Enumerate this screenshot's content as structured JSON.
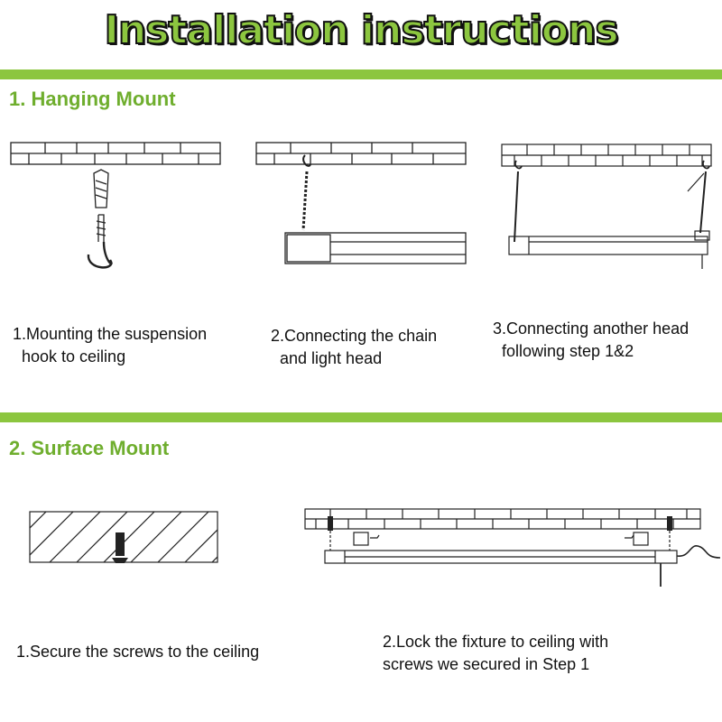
{
  "title": "Installation instructions",
  "colors": {
    "accent": "#8cc63f",
    "heading": "#6fae2e"
  },
  "hanging": {
    "heading": "1. Hanging Mount",
    "steps": [
      {
        "line1": "1.Mounting the suspension",
        "line2": "hook to ceiling"
      },
      {
        "line1": "2.Connecting the chain",
        "line2": "and light head"
      },
      {
        "line1": "3.Connecting another head",
        "line2": "following step 1&2"
      }
    ]
  },
  "surface": {
    "heading": "2. Surface Mount",
    "steps": [
      {
        "line1": "1.Secure the screws to the ceiling",
        "line2": ""
      },
      {
        "line1": "2.Lock the fixture to ceiling with",
        "line2": "screws we secured in Step 1"
      }
    ]
  }
}
